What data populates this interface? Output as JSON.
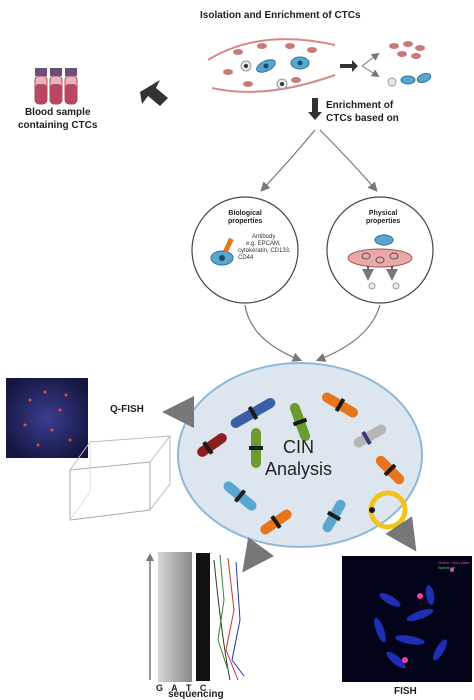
{
  "title": "Isolation and Enrichment of CTCs",
  "blood_sample_label": [
    "Blood sample",
    "containing CTCs"
  ],
  "enrichment_label": [
    "Enrichment of",
    "CTCs based on"
  ],
  "biological": {
    "title": [
      "Biological",
      "properties"
    ],
    "antibody_text": [
      "Antibody",
      "e.g. EPCAM,",
      "cytokeratin, CD133,",
      "CD44"
    ]
  },
  "physical": {
    "title": [
      "Physical",
      "properties"
    ]
  },
  "cin_analysis": [
    "CIN",
    "Analysis"
  ],
  "methods": {
    "qfish": "Q-FISH",
    "sequencing": "sequencing",
    "fish": "FISH"
  },
  "gel_lanes": "G A T C",
  "fish_legend": [
    "Green / red probe",
    "Spectrum"
  ],
  "colors": {
    "blood_tube": "#b8485f",
    "tube_cap": "#6a4f7d",
    "vessel": "#d48a8a",
    "rbc": "#c97a75",
    "ctc": "#5aa6cf",
    "ellipse_fill": "#dde6ee",
    "ellipse_stroke": "#8fb8d8",
    "fish_bg": "#03031a",
    "qfish_bg": "#1c1d52"
  }
}
